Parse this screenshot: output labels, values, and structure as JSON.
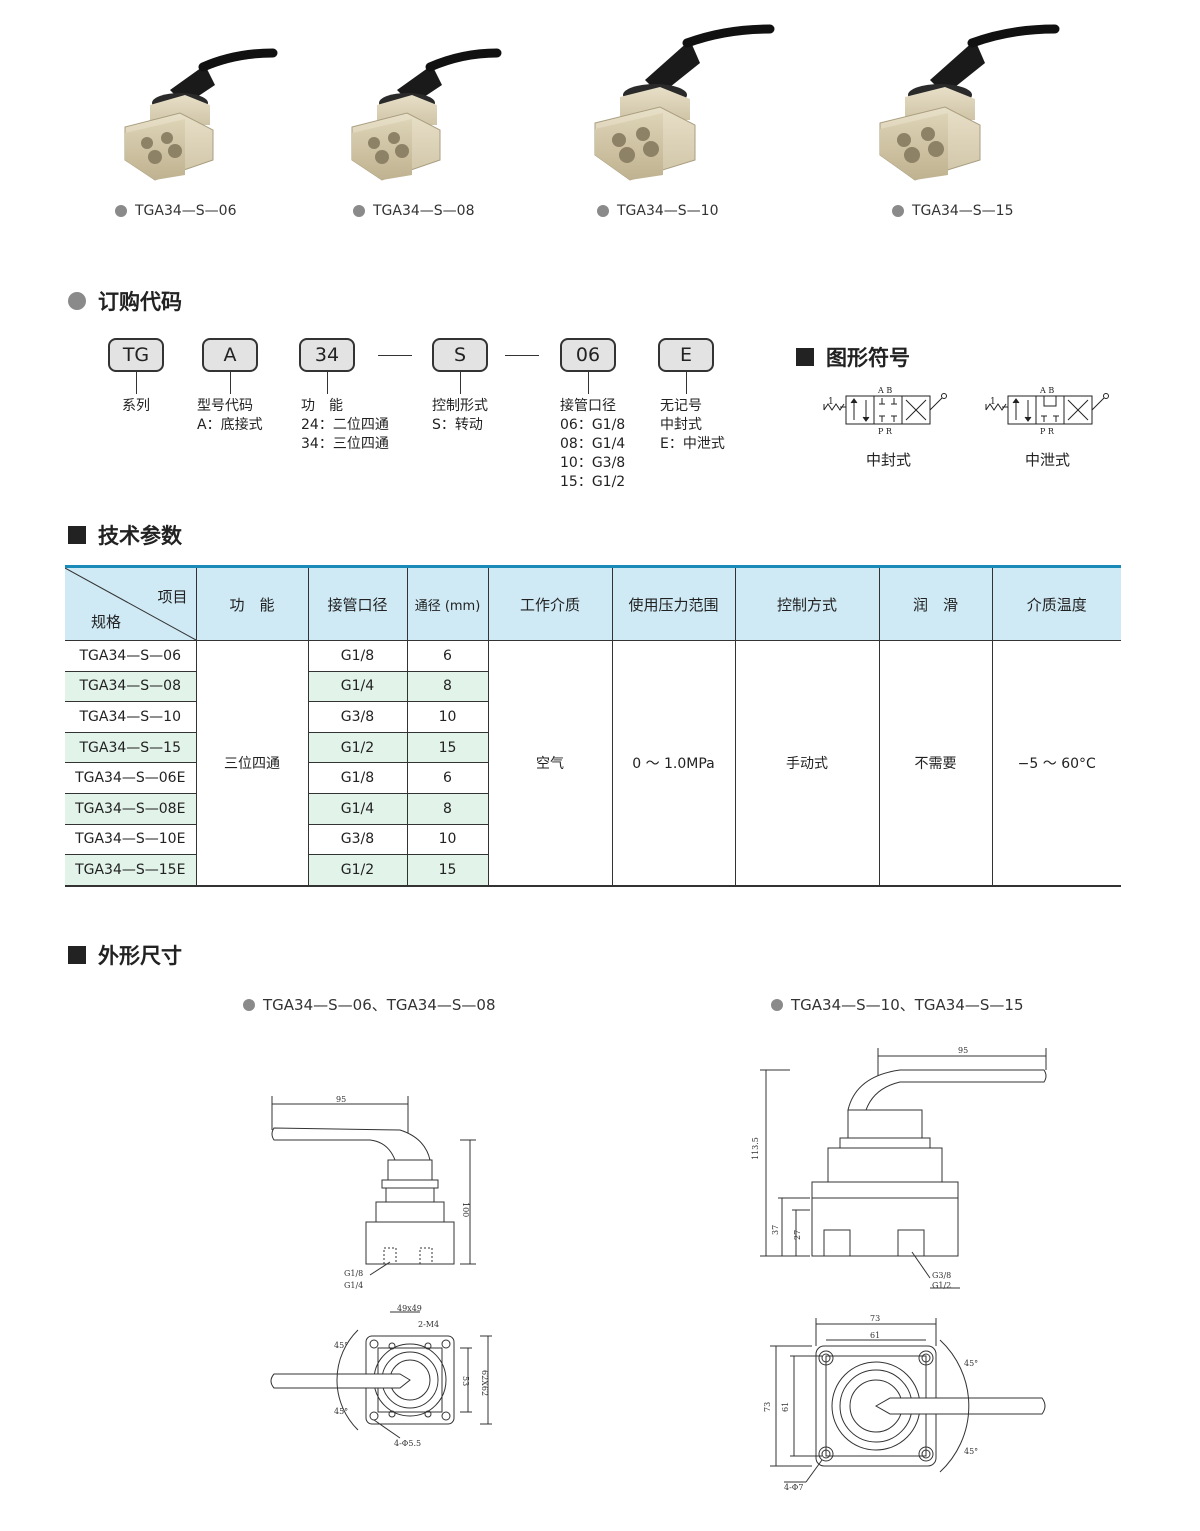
{
  "products": [
    {
      "label": "TGA34—S—06"
    },
    {
      "label": "TGA34—S—08"
    },
    {
      "label": "TGA34—S—10"
    },
    {
      "label": "TGA34—S—15"
    }
  ],
  "order_code": {
    "heading": "订购代码",
    "boxes": [
      "TG",
      "A",
      "34",
      "S",
      "06",
      "E"
    ],
    "descriptions": [
      "系列",
      "型号代码\nA：底接式",
      "功　能\n24：二位四通\n34：三位四通",
      "控制形式\nS：转动",
      "接管口径\n06：G1/8\n08：G1/4\n10：G3/8\n15：G1/2",
      "无记号\n中封式\nE：中泄式"
    ]
  },
  "symbols": {
    "heading": "图形符号",
    "items": [
      {
        "label": "中封式",
        "top": "A  B",
        "bottom": "P  R",
        "num": "1"
      },
      {
        "label": "中泄式",
        "top": "A  B",
        "bottom": "P  R",
        "num": "1"
      }
    ]
  },
  "tech": {
    "heading": "技术参数",
    "corner_top": "项目",
    "corner_bottom": "规格",
    "headers": [
      "功　能",
      "接管口径",
      "通径 (mm)",
      "工作介质",
      "使用压力范围",
      "控制方式",
      "润　滑",
      "介质温度"
    ],
    "rows": [
      {
        "model": "TGA34—S—06",
        "port": "G1/8",
        "bore": "6"
      },
      {
        "model": "TGA34—S—08",
        "port": "G1/4",
        "bore": "8"
      },
      {
        "model": "TGA34—S—10",
        "port": "G3/8",
        "bore": "10"
      },
      {
        "model": "TGA34—S—15",
        "port": "G1/2",
        "bore": "15"
      },
      {
        "model": "TGA34—S—06E",
        "port": "G1/8",
        "bore": "6"
      },
      {
        "model": "TGA34—S—08E",
        "port": "G1/4",
        "bore": "8"
      },
      {
        "model": "TGA34—S—10E",
        "port": "G3/8",
        "bore": "10"
      },
      {
        "model": "TGA34—S—15E",
        "port": "G1/2",
        "bore": "15"
      }
    ],
    "function": "三位四通",
    "medium": "空气",
    "pressure": "0 ～ 1.0MPa",
    "control": "手动式",
    "lubrication": "不需要",
    "temperature": "−5 ～ 60°C"
  },
  "dims": {
    "heading": "外形尺寸",
    "left_caption": "TGA34—S—06、TGA34—S—08",
    "right_caption": "TGA34—S—10、TGA34—S—15",
    "left": {
      "w": "95",
      "h": "100",
      "port1": "G1/8",
      "port2": "G1/4",
      "top_w": "49x49",
      "thread": "2-M4",
      "angle": "45°",
      "h1": "53",
      "h2": "62X62",
      "holes": "4-Φ5.5"
    },
    "right": {
      "w": "95",
      "h": "113.5",
      "h1": "37",
      "h2": "27",
      "port1": "G3/8",
      "port2": "G1/2",
      "w1": "73",
      "w2": "61",
      "v1": "73",
      "v2": "61",
      "angle": "45°",
      "holes": "4-Φ7"
    }
  },
  "colors": {
    "table_header": "#cfeaf5",
    "row_alt": "#e2f3ea",
    "rule": "#1a8ab8",
    "code_box": "#e3e3e3"
  }
}
